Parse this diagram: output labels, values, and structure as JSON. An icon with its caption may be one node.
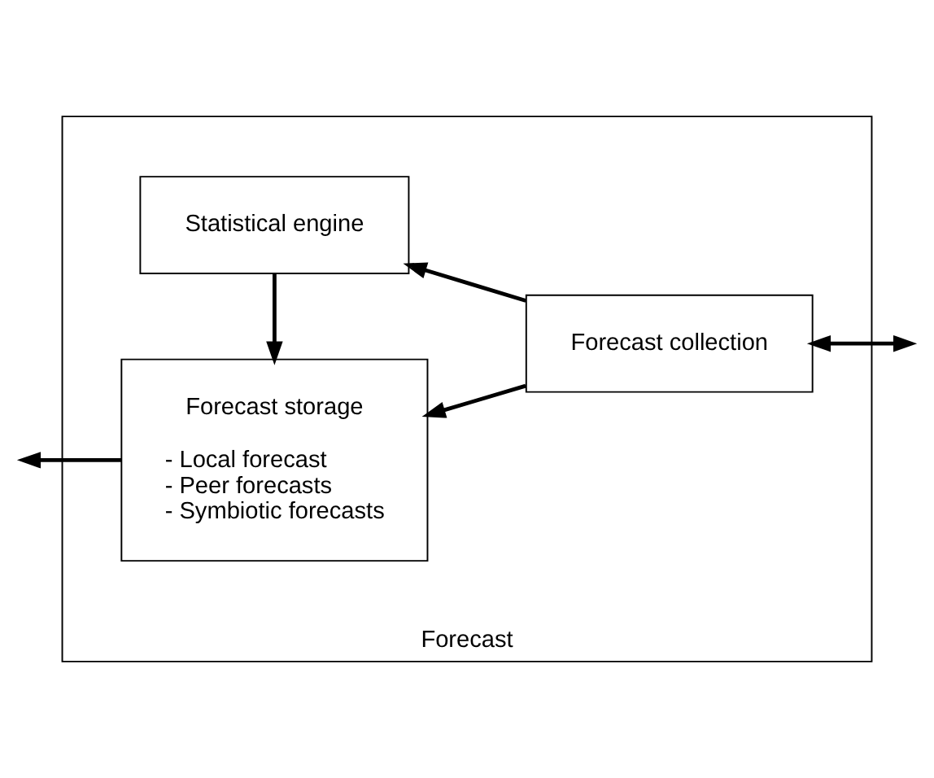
{
  "diagram": {
    "nodes": [
      {
        "text": [
          "Forecast"
        ]
      },
      {
        "text": [
          "Forecast storage",
          "- Local forecast",
          "- Peer forecasts",
          "- Symbiotic forecasts"
        ],
        "in": 0
      },
      {
        "text": [
          "Statistical engine"
        ],
        "in": 0
      },
      {
        "text": [
          "Forecast collection"
        ],
        "in": 0
      }
    ],
    "edges": [
      {
        "from": 1,
        "to": null,
        "arrow": "to"
      },
      {
        "from": 2,
        "to": 1,
        "arrow": "to"
      },
      {
        "from": 3,
        "to": 1,
        "arrow": "to"
      },
      {
        "from": 3,
        "to": 2,
        "arrow": "to"
      },
      {
        "from": 3,
        "to": null,
        "arrow": "both"
      }
    ]
  }
}
